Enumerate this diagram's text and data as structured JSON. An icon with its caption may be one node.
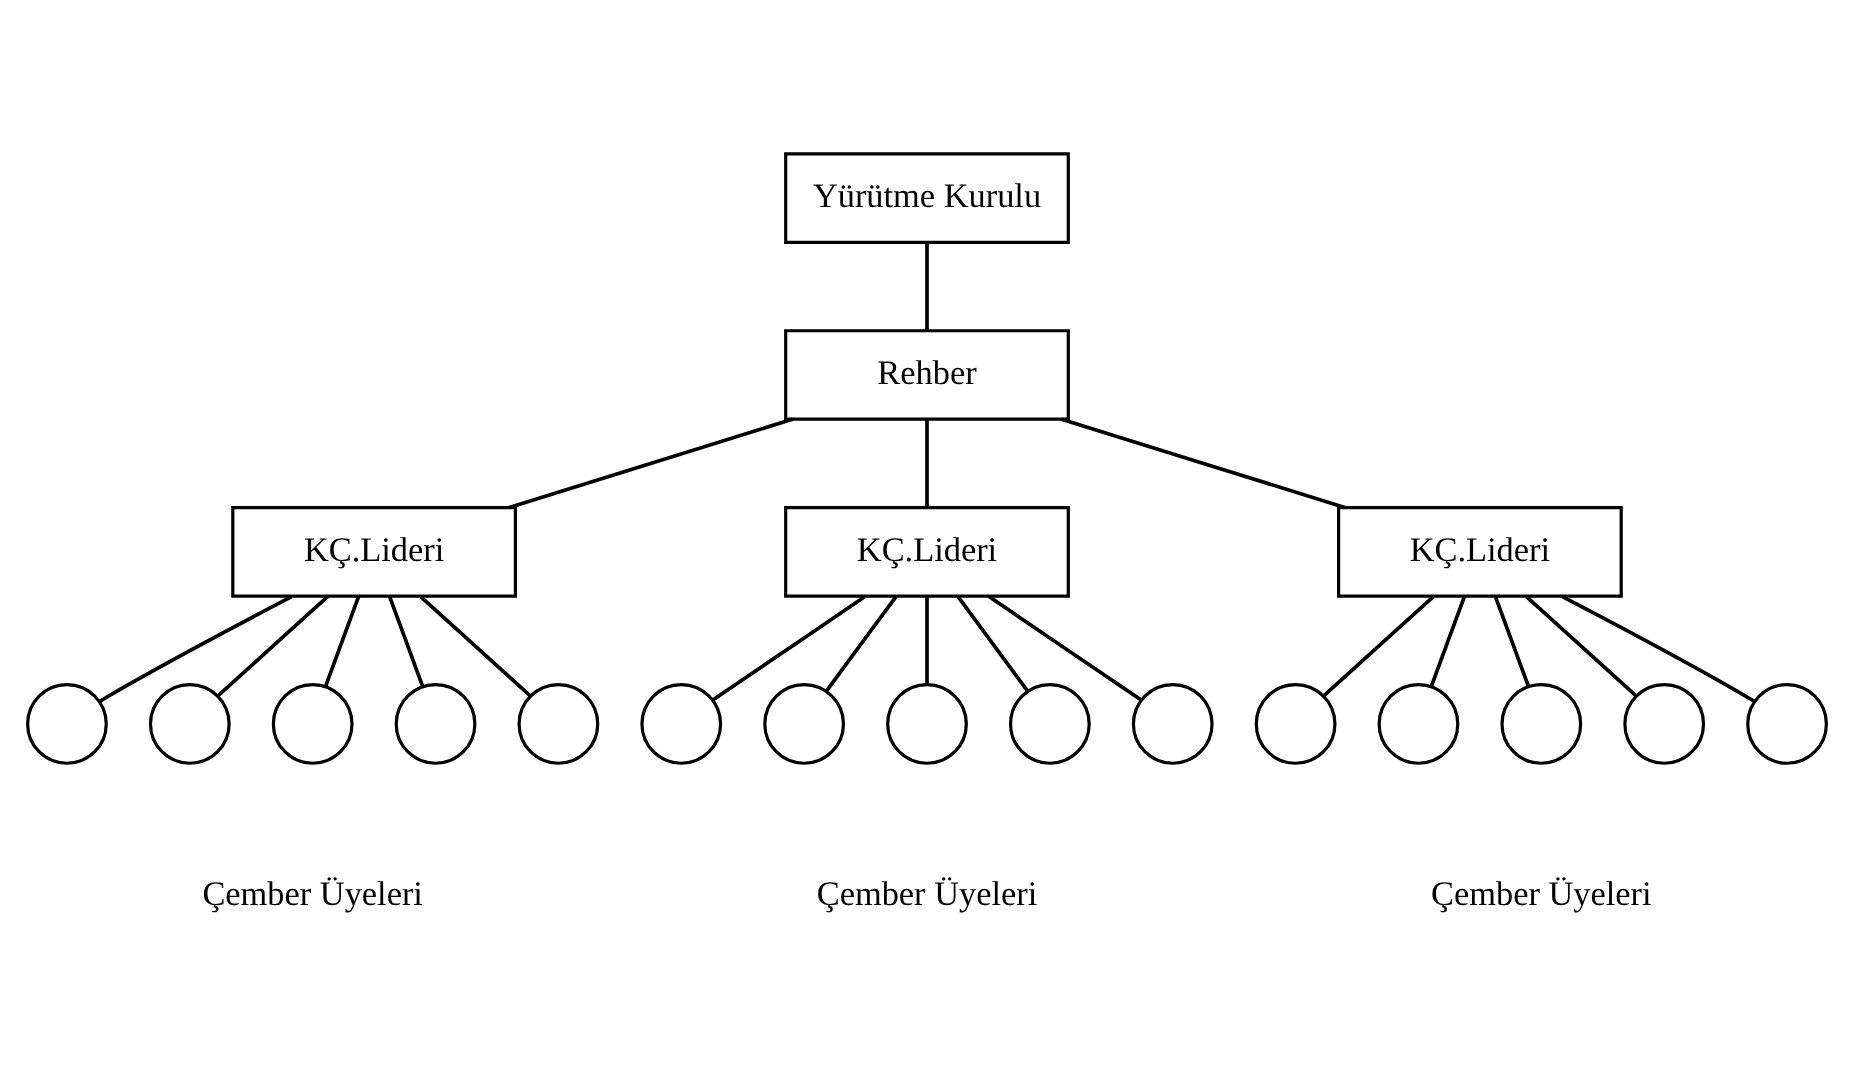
{
  "diagram": {
    "nodes": [
      {
        "text": [
          "Yürütme Kurulu"
        ]
      },
      {
        "text": [
          "Rehber"
        ]
      },
      {
        "text": [
          "KÇ.Lideri"
        ]
      },
      {
        "text": [
          "KÇ.Lideri"
        ]
      },
      {
        "text": [
          "KÇ.Lideri"
        ]
      },
      {
        "text": [],
        "shape": "circle"
      },
      {
        "text": [],
        "shape": "circle"
      },
      {
        "text": [],
        "shape": "circle"
      },
      {
        "text": [],
        "shape": "circle"
      },
      {
        "text": [],
        "shape": "circle"
      },
      {
        "text": [],
        "shape": "circle"
      },
      {
        "text": [],
        "shape": "circle"
      },
      {
        "text": [],
        "shape": "circle"
      },
      {
        "text": [],
        "shape": "circle"
      },
      {
        "text": [],
        "shape": "circle"
      },
      {
        "text": [],
        "shape": "circle"
      },
      {
        "text": [],
        "shape": "circle"
      },
      {
        "text": [],
        "shape": "circle"
      },
      {
        "text": [],
        "shape": "circle"
      },
      {
        "text": [],
        "shape": "circle"
      }
    ],
    "edges": [
      {
        "from": 0,
        "to": 1,
        "arrow": "none"
      },
      {
        "from": 1,
        "to": 2,
        "arrow": "none"
      },
      {
        "from": 1,
        "to": 3,
        "arrow": "none"
      },
      {
        "from": 1,
        "to": 4,
        "arrow": "none"
      },
      {
        "from": 2,
        "to": 5,
        "arrow": "none"
      },
      {
        "from": 2,
        "to": 6,
        "arrow": "none"
      },
      {
        "from": 2,
        "to": 7,
        "arrow": "none"
      },
      {
        "from": 2,
        "to": 8,
        "arrow": "none"
      },
      {
        "from": 2,
        "to": 9,
        "arrow": "none"
      },
      {
        "from": 3,
        "to": 10,
        "arrow": "none"
      },
      {
        "from": 3,
        "to": 11,
        "arrow": "none"
      },
      {
        "from": 3,
        "to": 12,
        "arrow": "none"
      },
      {
        "from": 3,
        "to": 13,
        "arrow": "none"
      },
      {
        "from": 3,
        "to": 14,
        "arrow": "none"
      },
      {
        "from": 4,
        "to": 15,
        "arrow": "none"
      },
      {
        "from": 4,
        "to": 16,
        "arrow": "none"
      },
      {
        "from": 4,
        "to": 17,
        "arrow": "none"
      },
      {
        "from": 4,
        "to": 18,
        "arrow": "none"
      },
      {
        "from": 4,
        "to": 19,
        "arrow": "none"
      }
    ],
    "labels": [
      "Çember Üyeleri",
      "Çember Üyeleri",
      "Çember Üyeleri"
    ]
  }
}
